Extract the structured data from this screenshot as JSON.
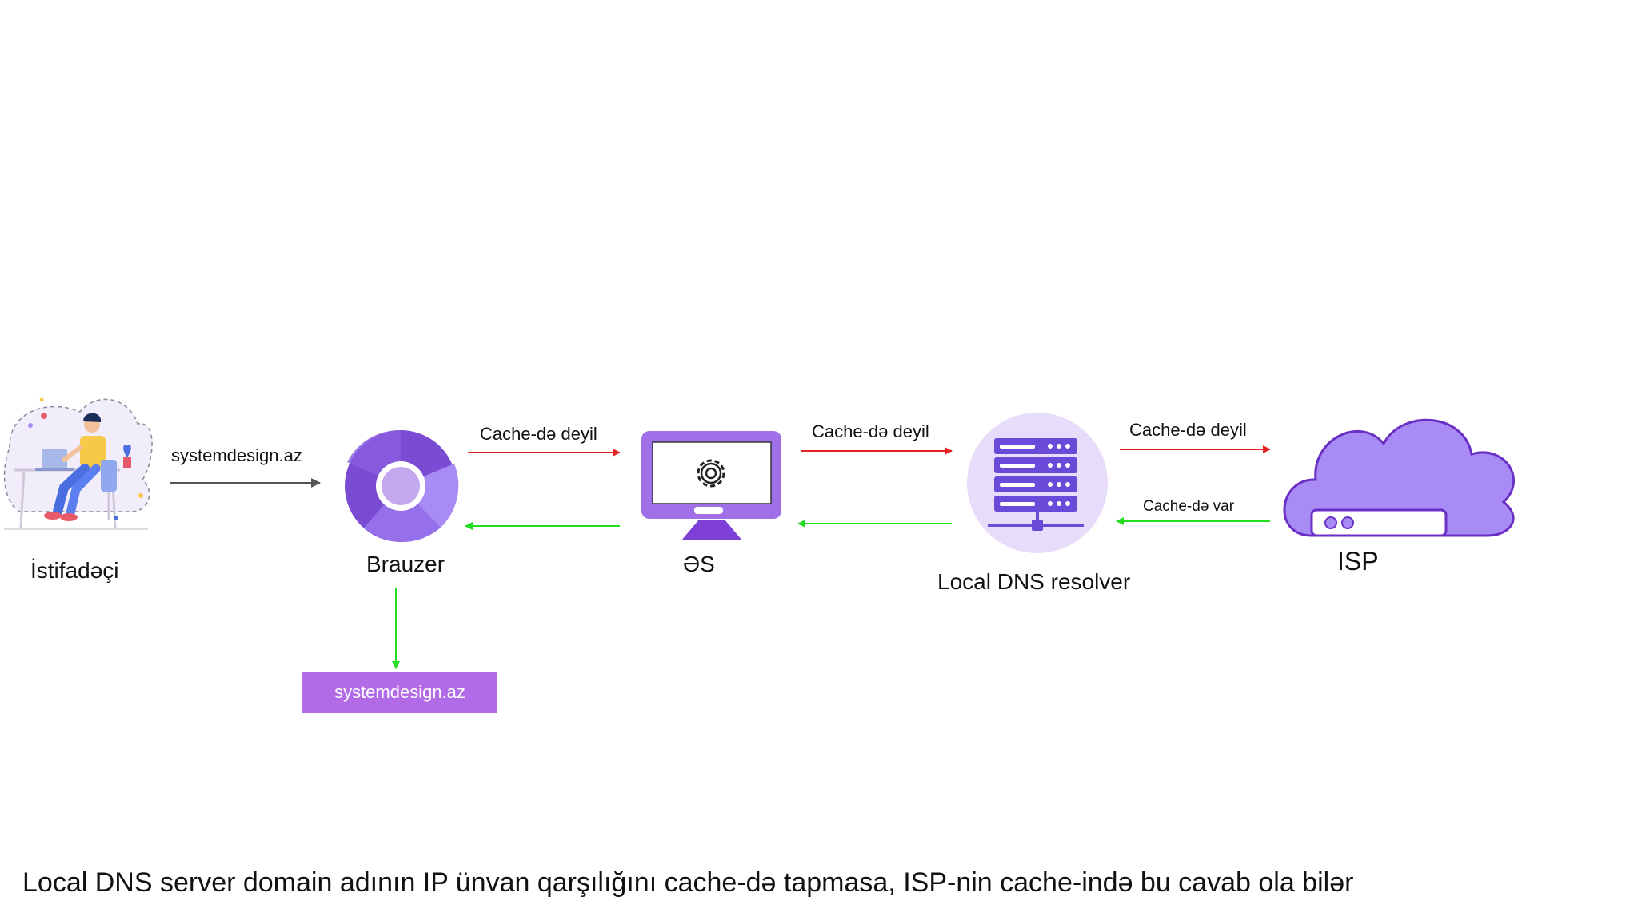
{
  "nodes": {
    "user": {
      "label": "İstifadəçi"
    },
    "browser": {
      "label": "Brauzer"
    },
    "os": {
      "label": "ƏS"
    },
    "resolver": {
      "label": "Local DNS resolver"
    },
    "isp": {
      "label": "ISP"
    }
  },
  "edges": {
    "user_to_browser": {
      "label": "systemdesign.az"
    },
    "browser_to_os": {
      "label": "Cache-də deyil"
    },
    "os_to_resolver": {
      "label": "Cache-də deyil"
    },
    "resolver_to_isp": {
      "label": "Cache-də deyil"
    },
    "isp_to_resolver": {
      "label": "Cache-də var"
    }
  },
  "result": {
    "label": "systemdesign.az"
  },
  "caption": "Local DNS server domain adının IP ünvan qarşılığını cache-də tapmasa, ISP-nin cache-ində bu cavab ola bilər",
  "colors": {
    "request_arrow": "#e52222",
    "response_arrow": "#22dd22",
    "neutral_arrow": "#555555",
    "purple_dark": "#7b4fd8",
    "purple_mid": "#a98bf5",
    "purple_light": "#e8dcfb",
    "result_box": "#b26be6"
  }
}
